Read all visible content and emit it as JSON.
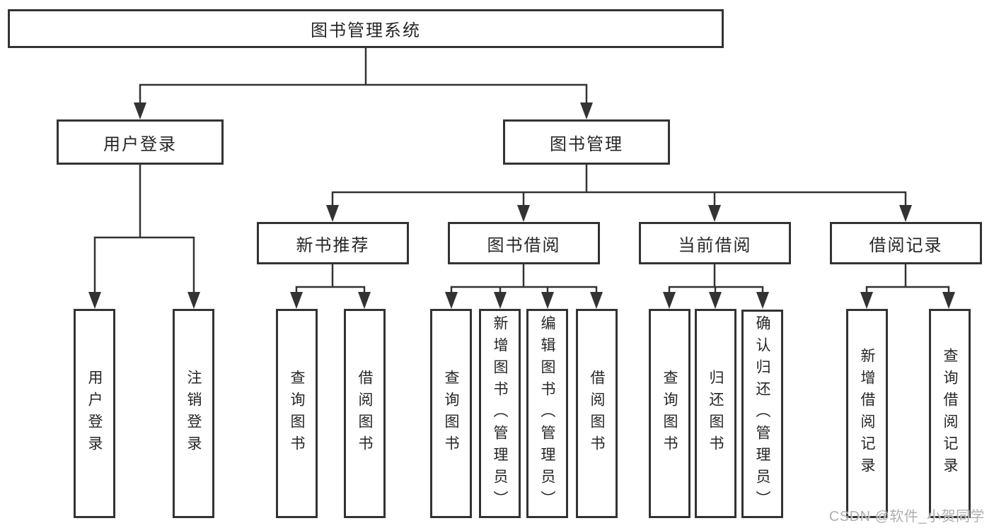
{
  "tree": {
    "label": "图书管理系统",
    "children": [
      {
        "label": "用户登录",
        "children": [
          {
            "label": "用户登录"
          },
          {
            "label": "注销登录"
          }
        ]
      },
      {
        "label": "图书管理",
        "children": [
          {
            "label": "新书推荐",
            "children": [
              {
                "label": "查询图书"
              },
              {
                "label": "借阅图书"
              }
            ]
          },
          {
            "label": "图书借阅",
            "children": [
              {
                "label": "查询图书"
              },
              {
                "label": "新增图书（管理员）"
              },
              {
                "label": "编辑图书（管理员）"
              },
              {
                "label": "借阅图书"
              }
            ]
          },
          {
            "label": "当前借阅",
            "children": [
              {
                "label": "查询图书"
              },
              {
                "label": "归还图书"
              },
              {
                "label": "确认归还（管理员）"
              }
            ]
          },
          {
            "label": "借阅记录",
            "children": [
              {
                "label": "新增借阅记录"
              },
              {
                "label": "查询借阅记录"
              }
            ]
          }
        ]
      }
    ]
  },
  "watermark": {
    "text": "CSDN @软件_小贺同学"
  },
  "colors": {
    "line": "#333333",
    "border": "#333333",
    "text": "#262626",
    "background": "#ffffff",
    "watermark": "#a8a8a8"
  }
}
